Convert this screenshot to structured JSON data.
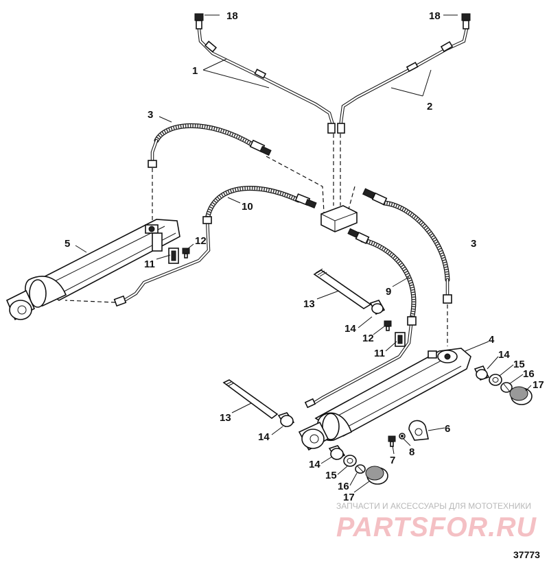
{
  "callouts": [
    {
      "id": "c18a",
      "text": "18"
    },
    {
      "id": "c18b",
      "text": "18"
    },
    {
      "id": "c1",
      "text": "1"
    },
    {
      "id": "c2",
      "text": "2"
    },
    {
      "id": "c3a",
      "text": "3"
    },
    {
      "id": "c3b",
      "text": "3"
    },
    {
      "id": "c10",
      "text": "10"
    },
    {
      "id": "c5",
      "text": "5"
    },
    {
      "id": "c12a",
      "text": "12"
    },
    {
      "id": "c11a",
      "text": "11"
    },
    {
      "id": "c9",
      "text": "9"
    },
    {
      "id": "c13a",
      "text": "13"
    },
    {
      "id": "c14a",
      "text": "14"
    },
    {
      "id": "c12b",
      "text": "12"
    },
    {
      "id": "c11b",
      "text": "11"
    },
    {
      "id": "c4",
      "text": "4"
    },
    {
      "id": "c14b",
      "text": "14"
    },
    {
      "id": "c15a",
      "text": "15"
    },
    {
      "id": "c16a",
      "text": "16"
    },
    {
      "id": "c17a",
      "text": "17"
    },
    {
      "id": "c13b",
      "text": "13"
    },
    {
      "id": "c14c",
      "text": "14"
    },
    {
      "id": "c6",
      "text": "6"
    },
    {
      "id": "c7",
      "text": "7"
    },
    {
      "id": "c8",
      "text": "8"
    },
    {
      "id": "c14d",
      "text": "14"
    },
    {
      "id": "c15b",
      "text": "15"
    },
    {
      "id": "c16b",
      "text": "16"
    },
    {
      "id": "c17b",
      "text": "17"
    }
  ],
  "watermark": {
    "tagline": "ЗАПЧАСТИ И АКСЕССУАРЫ ДЛЯ МОТОТЕХНИКИ",
    "logo": "PARTSFOR.RU"
  },
  "diagram_code": "37773",
  "colors": {
    "line": "#111111",
    "watermark_logo": "#f4c0c4",
    "watermark_text": "#b8b8b8"
  }
}
